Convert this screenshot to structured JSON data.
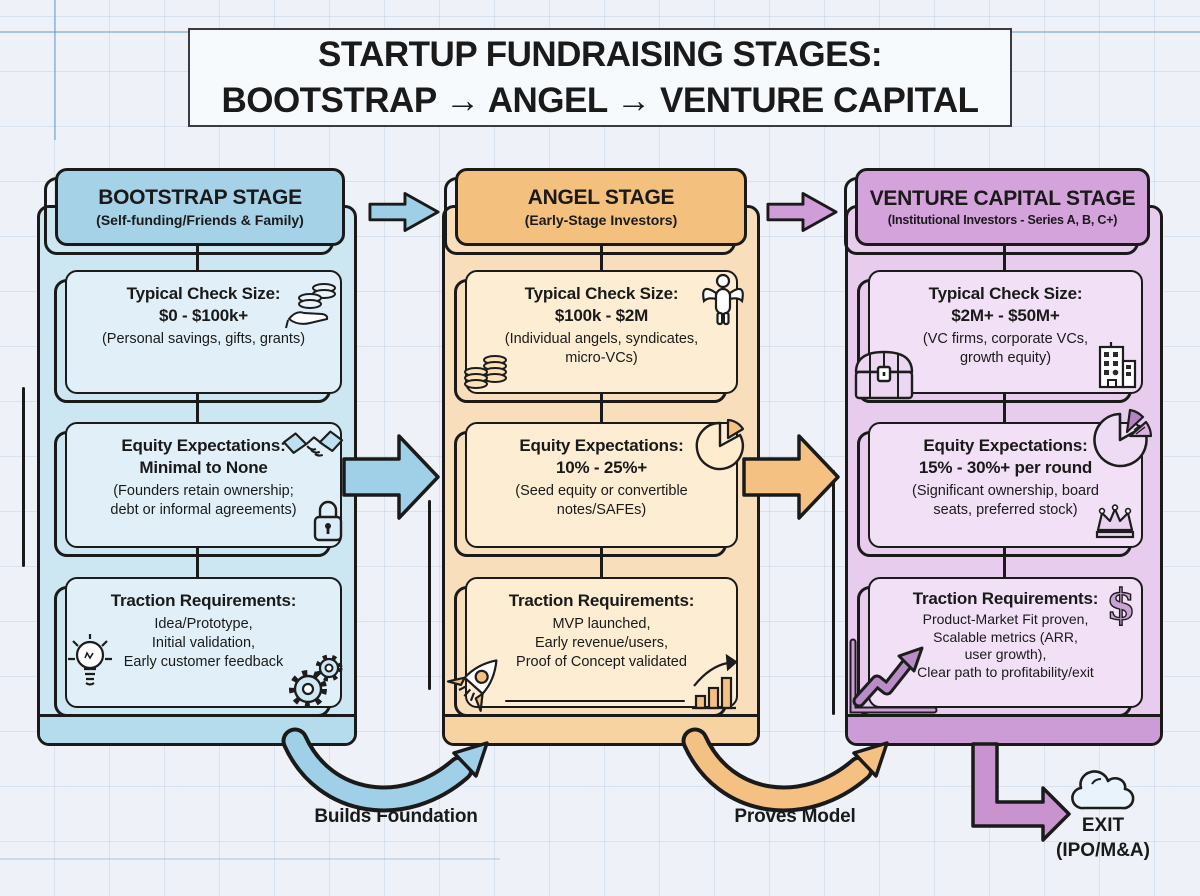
{
  "title": {
    "line1": "STARTUP FUNDRAISING STAGES:",
    "line2": "BOOTSTRAP → ANGEL → VENTURE CAPITAL"
  },
  "stages": [
    {
      "name": "BOOTSTRAP STAGE",
      "subtitle": "(Self-funding/Friends & Family)",
      "accent": "#a6d2e8",
      "boxes": [
        {
          "heading": "Typical Check Size:",
          "value": "$0 - $100k+",
          "detail": "(Personal savings, gifts, grants)"
        },
        {
          "heading": "Equity Expectations:",
          "value": "Minimal to None",
          "detail": "(Founders retain ownership;\ndebt or informal agreements)"
        },
        {
          "heading": "Traction Requirements:",
          "detail": "Idea/Prototype,\nInitial validation,\nEarly customer feedback"
        }
      ]
    },
    {
      "name": "ANGEL STAGE",
      "subtitle": "(Early-Stage Investors)",
      "accent": "#f4c07e",
      "boxes": [
        {
          "heading": "Typical Check Size:",
          "value": "$100k - $2M",
          "detail": "(Individual angels, syndicates,\nmicro-VCs)"
        },
        {
          "heading": "Equity Expectations:",
          "value": "10% - 25%+",
          "detail": "(Seed equity or convertible\nnotes/SAFEs)"
        },
        {
          "heading": "Traction Requirements:",
          "detail": "MVP launched,\nEarly revenue/users,\nProof of Concept validated"
        }
      ]
    },
    {
      "name": "VENTURE CAPITAL STAGE",
      "subtitle": "(Institutional Investors - Series A, B, C+)",
      "accent": "#d5a3dc",
      "boxes": [
        {
          "heading": "Typical Check Size:",
          "value": "$2M+ - $50M+",
          "detail": "(VC firms, corporate VCs,\ngrowth equity)"
        },
        {
          "heading": "Equity Expectations:",
          "value": "15% - 30%+ per round",
          "detail": "(Significant ownership, board\nseats, preferred stock)"
        },
        {
          "heading": "Traction Requirements:",
          "detail": "Product-Market Fit proven,\nScalable metrics (ARR,\nuser growth),\nClear path to profitability/exit"
        }
      ]
    }
  ],
  "flow": {
    "builds_foundation": "Builds Foundation",
    "proves_model": "Proves Model",
    "exit_label": "EXIT\n(IPO/M&A)"
  },
  "colors": {
    "bootstrap_arrow": "#9fcfe7",
    "angel_arrow": "#f5c183",
    "vc_arrow": "#cf9ed8"
  }
}
